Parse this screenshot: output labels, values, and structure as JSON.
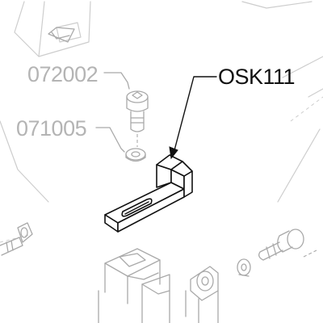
{
  "labels": {
    "screw": "072002",
    "washer": "071005",
    "bracket": "OSK111"
  },
  "colors": {
    "ink": "#111111",
    "ghost": "#a9a9a9",
    "faint": "#cdcdcd",
    "label_grey": "#b4b4b4"
  }
}
